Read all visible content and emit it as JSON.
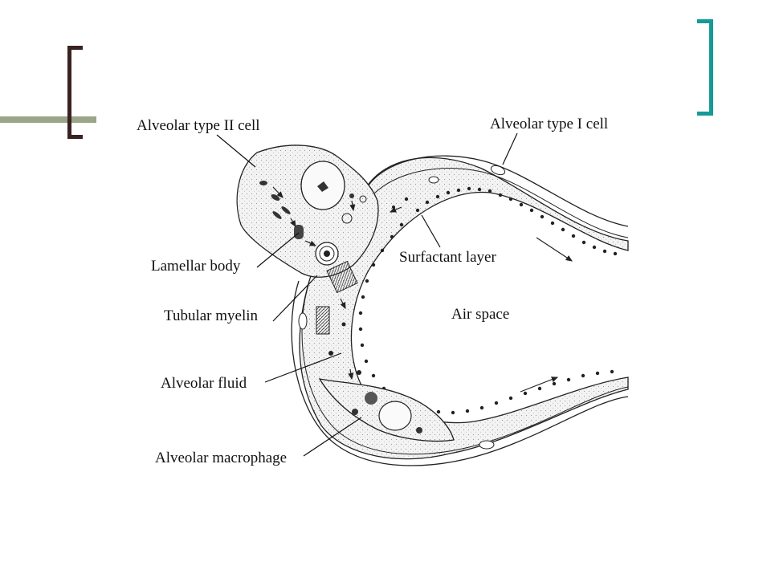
{
  "colors": {
    "left_bracket": "#3a2222",
    "left_rule": "#9aa58a",
    "right_bracket": "#169a95",
    "ink": "#222222",
    "cytoplasm": "#eeeeee"
  },
  "labels": {
    "type2": "Alveolar type II cell",
    "type1": "Alveolar type I cell",
    "lamellar": "Lamellar body",
    "surfactant": "Surfactant layer",
    "tubular": "Tubular myelin",
    "air": "Air space",
    "fluid": "Alveolar fluid",
    "macrophage": "Alveolar macrophage"
  }
}
